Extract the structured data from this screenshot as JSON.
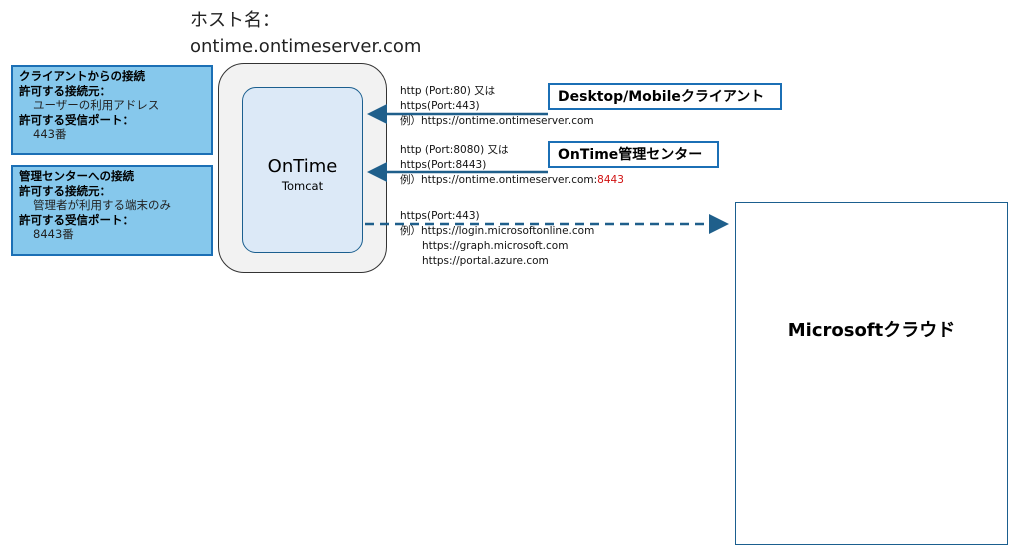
{
  "hostname": {
    "label": "ホスト名：",
    "value": "ontime.ontimeserver.com"
  },
  "client_access_box": {
    "title": "クライアントからの接続",
    "source_label": "許可する接続元：",
    "source_value": "ユーザーの利用アドレス",
    "port_label": "許可する受信ポート：",
    "port_value": "443番"
  },
  "admin_access_box": {
    "title": "管理センターへの接続",
    "source_label": "許可する接続元：",
    "source_value": "管理者が利用する端末のみ",
    "port_label": "許可する受信ポート：",
    "port_value": "8443番"
  },
  "server": {
    "name": "OnTime",
    "sub": "Tomcat"
  },
  "client_connection": {
    "line1": "http (Port:80) 又は",
    "line2": "https(Port:443)",
    "line3": "例）https://ontime.ontimeserver.com"
  },
  "admin_connection": {
    "line1": "http (Port:8080) 又は",
    "line2": "https(Port:8443)",
    "line3_prefix": "例）https://ontime.ontimeserver.com:",
    "line3_port": "8443"
  },
  "microsoft_connection": {
    "line1": "https(Port:443)",
    "line2": "例）https://login.microsoftonline.com",
    "line3": "https://graph.microsoft.com",
    "line4": "https://portal.azure.com"
  },
  "desktop_client_label": "Desktop/Mobileクライアント",
  "admin_center_label": "OnTime管理センター",
  "microsoft_cloud_label": "Microsoftクラウド",
  "colors": {
    "box_fill": "#86c8ec",
    "box_border": "#1b6fb5",
    "arrow": "#1f5f8b",
    "highlight": "#d01010"
  }
}
